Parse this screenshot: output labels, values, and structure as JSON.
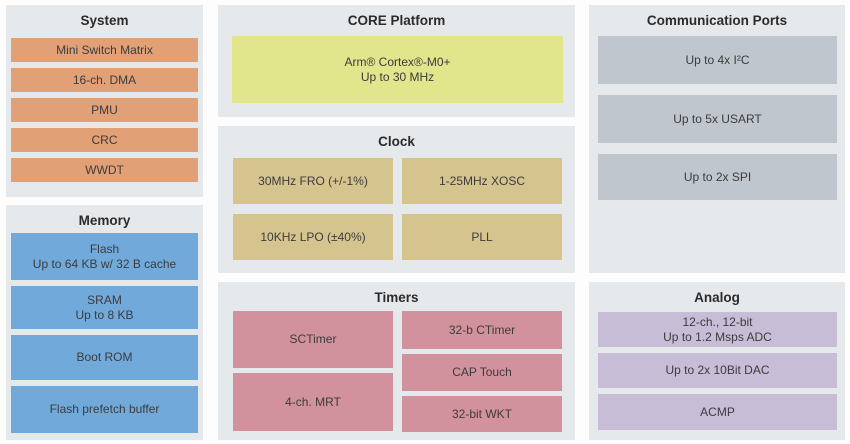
{
  "colors": {
    "section_bg": "#e6e9ec",
    "system_block": "#e2a077",
    "memory_block": "#72a9db",
    "core_block": "#e1e58c",
    "clock_block": "#d6c48f",
    "timers_block": "#d2929d",
    "comm_block": "#c0c6cd",
    "analog_block": "#c7bdd6",
    "title_text": "#2b2b2b",
    "block_text": "#3c3c3c"
  },
  "sections": {
    "system": {
      "title": "System",
      "blocks": [
        {
          "lines": [
            "Mini Switch Matrix"
          ]
        },
        {
          "lines": [
            "16-ch. DMA"
          ]
        },
        {
          "lines": [
            "PMU"
          ]
        },
        {
          "lines": [
            "CRC"
          ]
        },
        {
          "lines": [
            "WWDT"
          ]
        }
      ]
    },
    "memory": {
      "title": "Memory",
      "blocks": [
        {
          "lines": [
            "Flash",
            "Up to 64 KB w/ 32 B cache"
          ]
        },
        {
          "lines": [
            "SRAM",
            "Up to 8 KB"
          ]
        },
        {
          "lines": [
            "Boot ROM"
          ]
        },
        {
          "lines": [
            "Flash prefetch buffer"
          ]
        }
      ]
    },
    "core": {
      "title": "CORE Platform",
      "blocks": [
        {
          "lines": [
            "Arm® Cortex®-M0+",
            "Up to 30 MHz"
          ]
        }
      ]
    },
    "clock": {
      "title": "Clock",
      "blocks": [
        {
          "lines": [
            "30MHz FRO (+/-1%)"
          ]
        },
        {
          "lines": [
            "1-25MHz XOSC"
          ]
        },
        {
          "lines": [
            "10KHz LPO (±40%)"
          ]
        },
        {
          "lines": [
            "PLL"
          ]
        }
      ]
    },
    "timers": {
      "title": "Timers",
      "left_blocks": [
        {
          "lines": [
            "SCTimer"
          ]
        },
        {
          "lines": [
            "4-ch. MRT"
          ]
        }
      ],
      "right_blocks": [
        {
          "lines": [
            "32-b CTimer"
          ]
        },
        {
          "lines": [
            "CAP Touch"
          ]
        },
        {
          "lines": [
            "32-bit WKT"
          ]
        }
      ]
    },
    "comm": {
      "title": "Communication Ports",
      "blocks": [
        {
          "lines": [
            "Up to 4x I²C"
          ]
        },
        {
          "lines": [
            "Up to 5x USART"
          ]
        },
        {
          "lines": [
            "Up to 2x SPI"
          ]
        }
      ]
    },
    "analog": {
      "title": "Analog",
      "blocks": [
        {
          "lines": [
            "12-ch., 12-bit",
            "Up to 1.2 Msps ADC"
          ]
        },
        {
          "lines": [
            "Up to 2x 10Bit DAC"
          ]
        },
        {
          "lines": [
            "ACMP"
          ]
        }
      ]
    }
  }
}
